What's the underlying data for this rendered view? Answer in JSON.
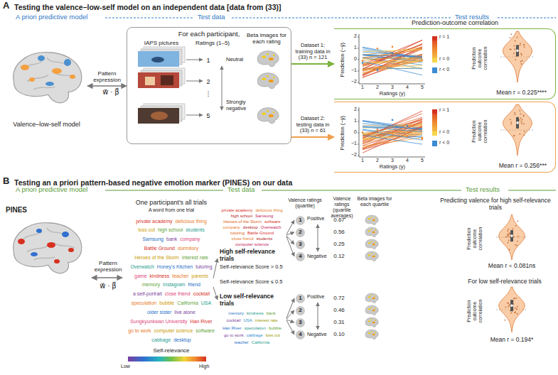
{
  "diagram": {
    "nodes": [
      {
        "text": [
          "Valence–low-self model"
        ]
      },
      {
        "text": [
          "For each participant,"
        ]
      },
      {
        "text": [
          "Mean r = 0.225****"
        ]
      },
      {
        "text": [
          "Mean r = 0.256***"
        ]
      },
      {
        "text": [
          "PINES"
        ]
      },
      {
        "text": [
          "1"
        ]
      },
      {
        "text": [
          "2"
        ]
      },
      {
        "text": [
          "3"
        ]
      },
      {
        "text": [
          "4"
        ]
      },
      {
        "text": [
          "1"
        ]
      },
      {
        "text": [
          "2"
        ]
      },
      {
        "text": [
          "3"
        ]
      },
      {
        "text": [
          "4"
        ]
      }
    ],
    "edges": [
      {
        "from": 0,
        "to": 1,
        "arrow": "both",
        "label": "Pattern expression"
      },
      {
        "from": 1,
        "to": 2,
        "arrow": "to",
        "label": "Dataset 1: training data in (33) n = 121"
      },
      {
        "from": 1,
        "to": 3,
        "arrow": "to",
        "label": "Dataset 2: testing data in (33) n = 61"
      }
    ],
    "labels": [
      "A",
      "Testing the valence–low-self model on an independent data [data from (33)]",
      "A priori predictive model",
      "Test data",
      "Test results",
      "w⃗ · β⃗",
      "IAPS pictures",
      "Ratings (1–5)",
      "Beta images for each rating",
      "1",
      "2",
      "⋮",
      "5",
      "Neutral",
      "Strongly negative",
      "Prediction-outcome correlation",
      "Prediction (−ŷ)",
      "2",
      "1",
      "0",
      "−1",
      "−2",
      "1",
      "2",
      "3",
      "4",
      "5",
      "Ratings (y)",
      "Prediction outcome correlation",
      "Prediction (−ŷ)",
      "2",
      "1",
      "0",
      "−1",
      "−2",
      "1",
      "2",
      "3",
      "4",
      "5",
      "Ratings (y)",
      "Prediction outcome correlation",
      "B",
      "Testing an a priori pattern-based negative emotion marker (PINES) on our data",
      "A priori predictive model",
      "Test data",
      "Test results",
      "Pattern expression",
      "w⃗ · β⃗",
      "One participant's all trials",
      "A word from one trial",
      "Self-relevance",
      "Low",
      "High",
      "High self-relevance trials",
      "Self-relevance Score > 0.5",
      "Self-relevance Score ≤ 0.5",
      "Low self-relevance trials",
      "Valence ratings (quartile)",
      "Positive",
      "Negative",
      "Valence ratings (quartile averages)",
      "0.67",
      "0.56",
      "0.25",
      "0.12",
      "Beta images for each quartile",
      "Positive",
      "Negative",
      "0.72",
      "0.46",
      "0.31",
      "0.10",
      "Predicting valence for high self-relevance trials",
      "Prediction outcome correlation",
      "Mean r = 0.081ns",
      "For low self-relevance trials",
      "Prediction outcome correlation",
      "Mean r = 0.194*",
      "private academy",
      "delicious thing",
      "loss cut",
      "high school",
      "students",
      "Samsung",
      "bank",
      "company",
      "Battle Ground",
      "dormitory",
      "Heroes of the Storm",
      "interest rate",
      "Overwatch",
      "Honey's Kitchen",
      "tutoring",
      "game",
      "kindness",
      "teacher",
      "parents",
      "memory",
      "Instagram",
      "friend",
      "a self-portrait",
      "close friend",
      "cocktail",
      "speculation",
      "bubble",
      "California",
      "USA",
      "older sister",
      "live alone",
      "Sungkyunkwan University",
      "Han River",
      "go to work",
      "computer science",
      "software",
      "cabbage",
      "desktop",
      "private academy",
      "delicious thing",
      "high school",
      "Samsung",
      "Heroes of the Storm",
      "software",
      "company",
      "desktop",
      "Overwatch",
      "tutoring",
      "Battle Ground",
      "close friend",
      "students",
      "computer science",
      "memory",
      "kindness",
      "bank",
      "cocktail",
      "USA",
      "interest rate",
      "Han River",
      "speculation",
      "bubble",
      "go to work",
      "cabbage",
      "loss cut",
      "teacher",
      "California"
    ],
    "legend": [
      {
        "text": "r = 1",
        "color": "#d7301f"
      },
      {
        "text": "r = 0",
        "color": "#f7d44a"
      },
      {
        "text": "r < 0",
        "color": "#3b8bd4"
      },
      {
        "text": "r = 1",
        "color": "#d7301f"
      },
      {
        "text": "r = 0",
        "color": "#f7d44a"
      },
      {
        "text": "r < 0",
        "color": "#3b8bd4"
      }
    ]
  }
}
